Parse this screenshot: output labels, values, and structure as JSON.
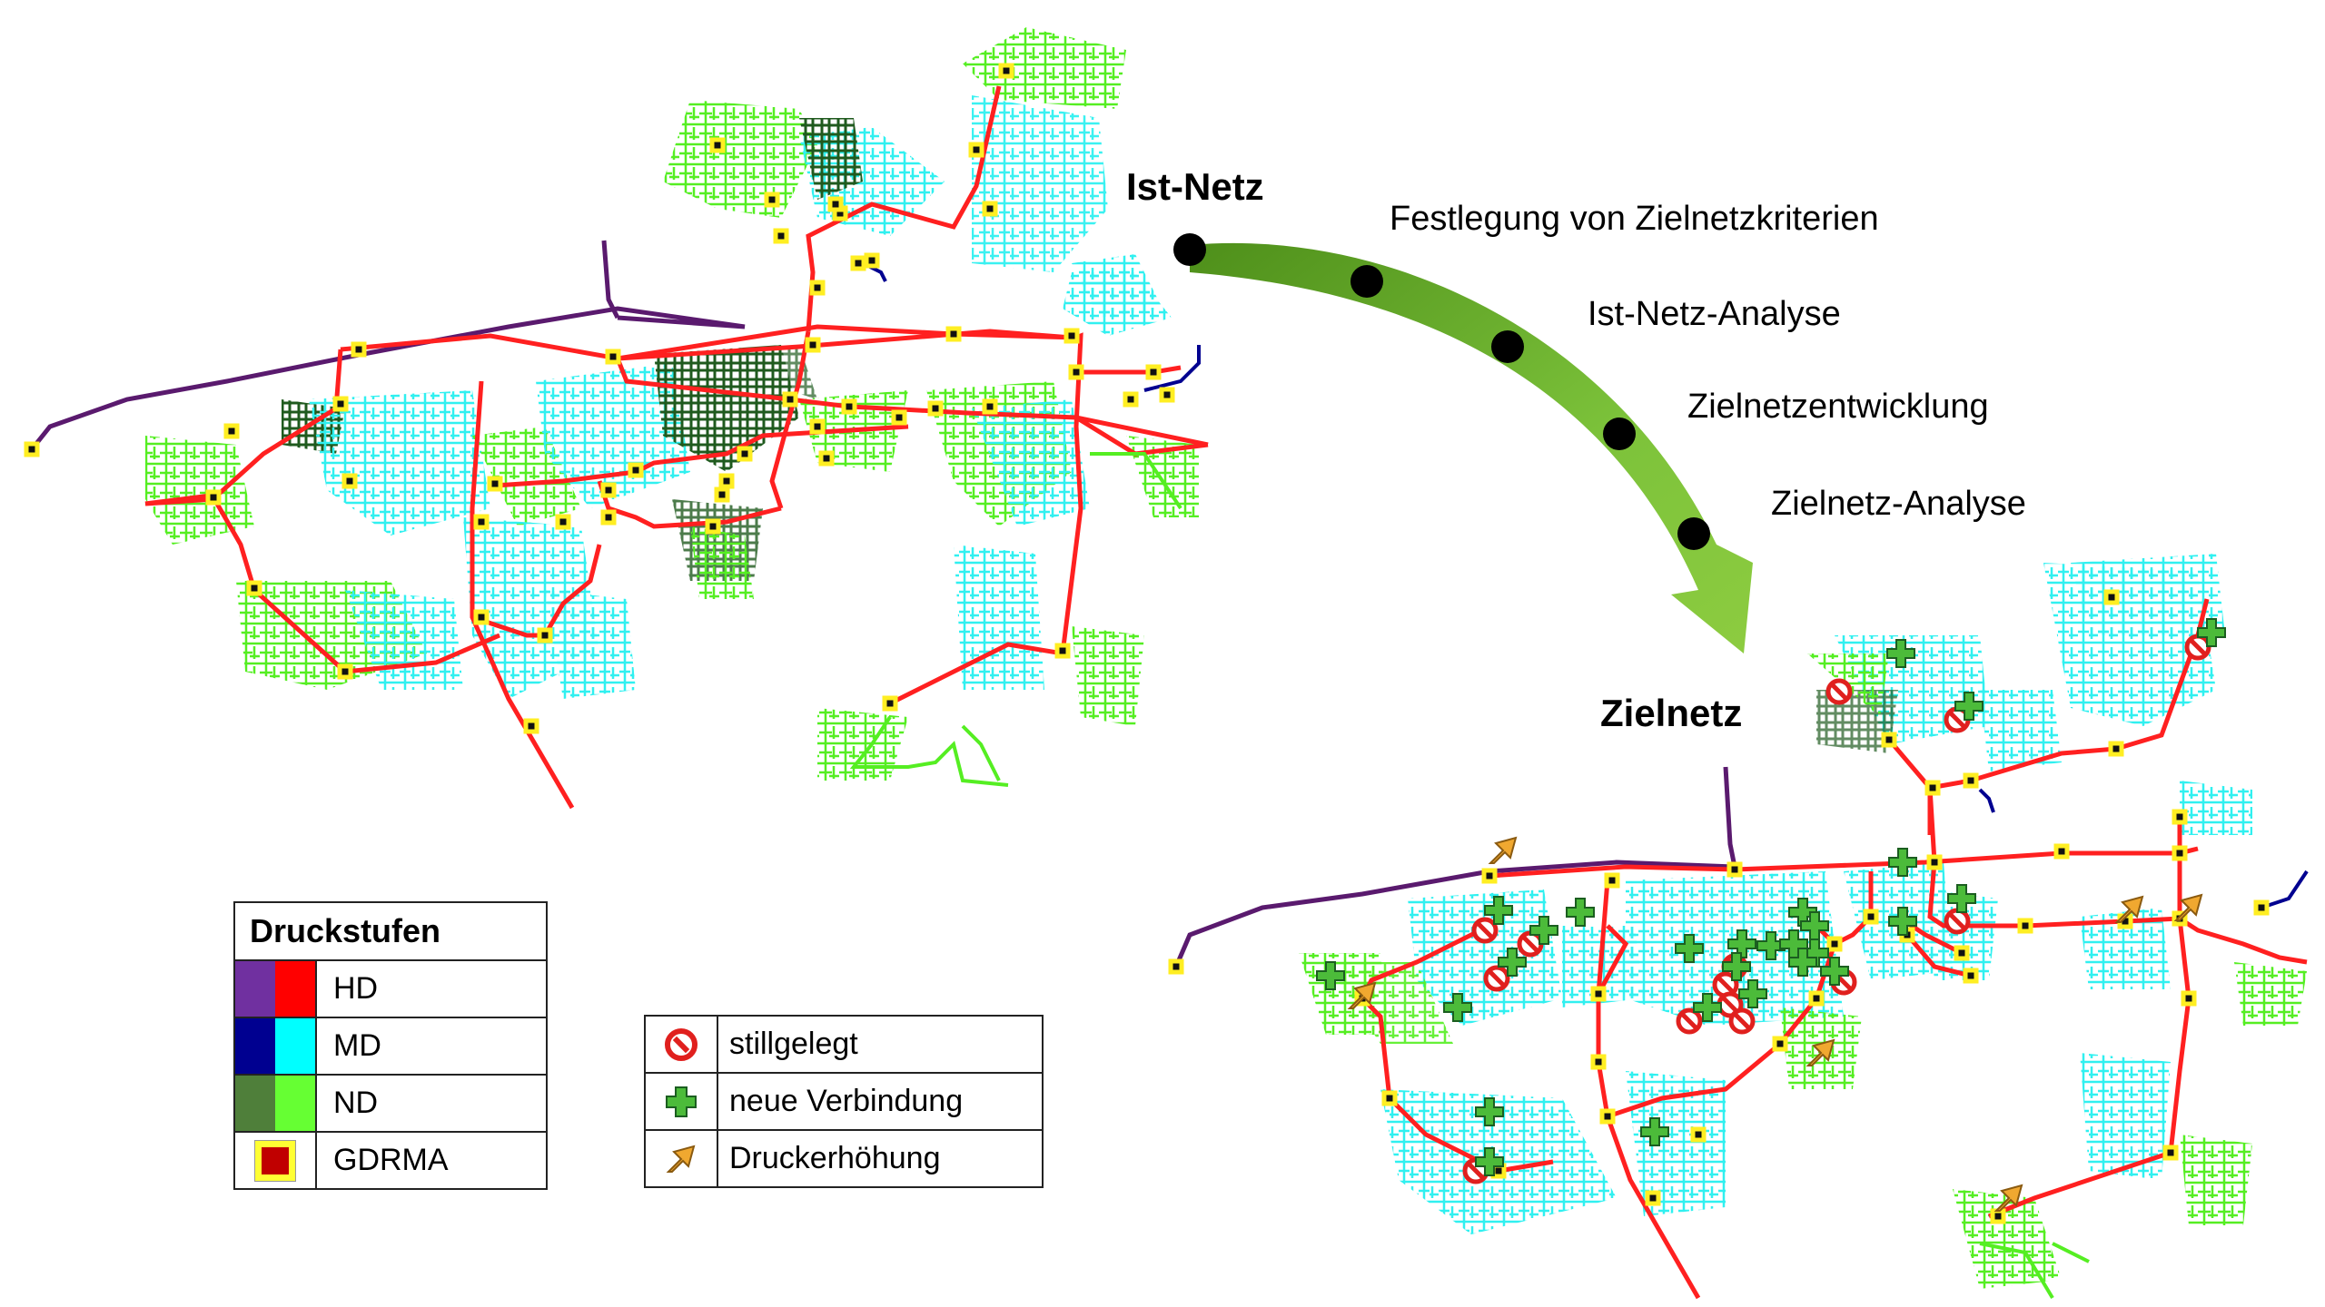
{
  "labels": {
    "ist_netz": "Ist-Netz",
    "zielnetz": "Zielnetz"
  },
  "process_steps": [
    "Festlegung von Zielnetzkriterien",
    "Ist-Netz-Analyse",
    "Zielnetzentwicklung",
    "Zielnetz-Analyse"
  ],
  "legend_druckstufen": {
    "title": "Druckstufen",
    "rows": [
      {
        "label": "HD",
        "colors": [
          "#7030a0",
          "#ff0000"
        ]
      },
      {
        "label": "MD",
        "colors": [
          "#000090",
          "#00ffff"
        ]
      },
      {
        "label": "ND",
        "colors": [
          "#4f7f3a",
          "#66ff33"
        ]
      },
      {
        "label": "GDRMA",
        "colors": [
          "#c00000",
          "#ffff33"
        ]
      }
    ]
  },
  "legend_markers": [
    {
      "label": "stillgelegt",
      "icon": "prohibited-icon"
    },
    {
      "label": "neue Verbindung",
      "icon": "plus-icon"
    },
    {
      "label": "Druckerhöhung",
      "icon": "arrow-up-icon"
    }
  ],
  "colors": {
    "hd_line": "#ff0000",
    "hd_dark": "#5a1a6e",
    "md": "#33ffff",
    "nd": "#66ff33",
    "nd_dark": "#2e6b2a",
    "arrow_green": "#6ab023",
    "gdrma_fill": "#c00000",
    "gdrma_ring": "#ffff33"
  }
}
